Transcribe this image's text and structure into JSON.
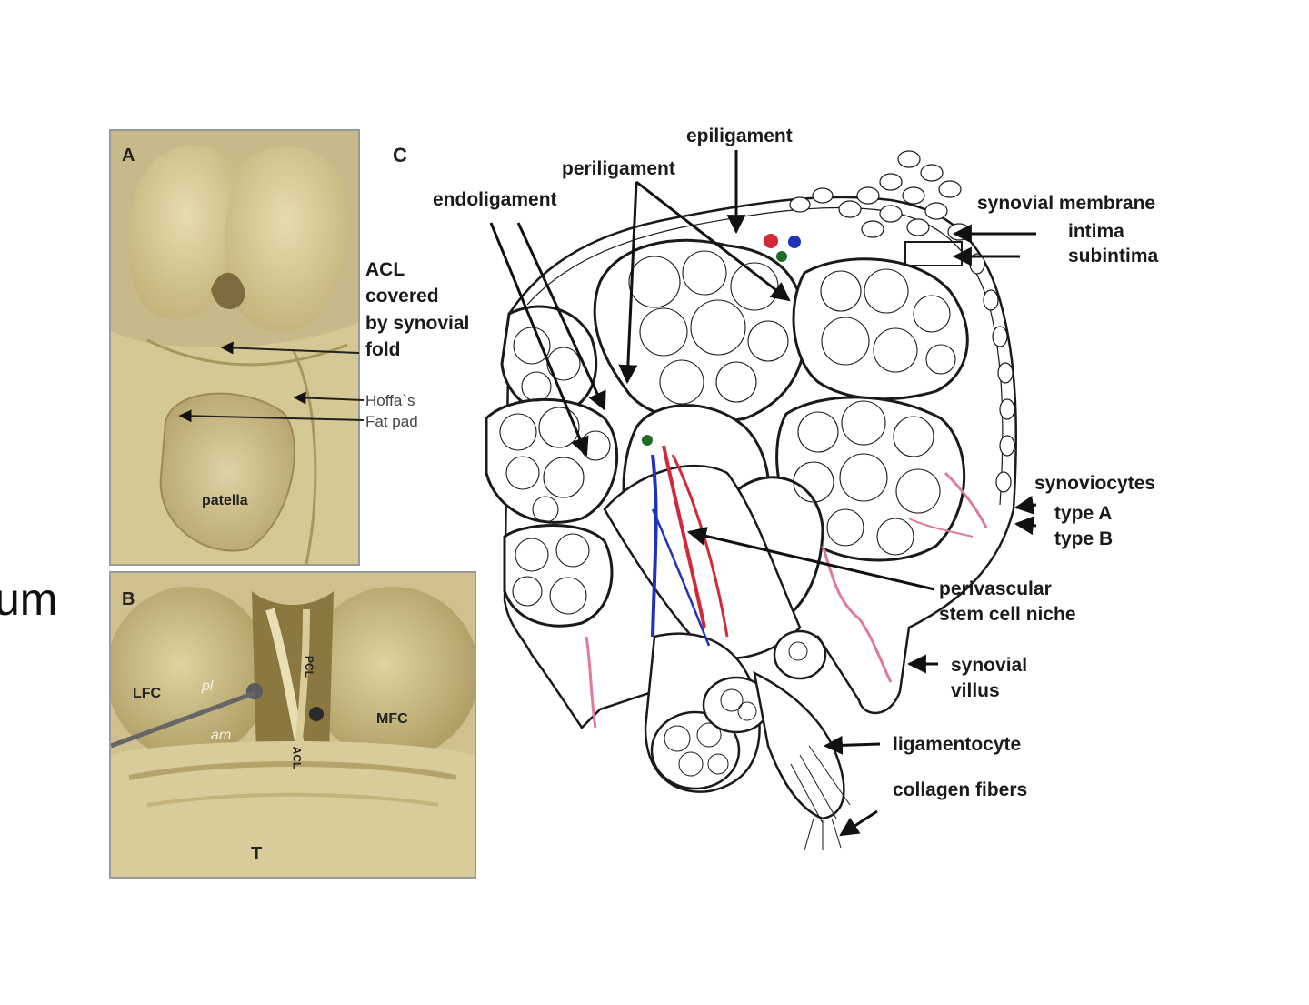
{
  "slide": {
    "cut_text": "um"
  },
  "panel_a": {
    "letter": "A",
    "acl_label": [
      "ACL",
      "covered",
      "by synovial",
      "fold"
    ],
    "hoffa_label": [
      "Hoffa`s",
      "Fat pad"
    ],
    "patella_label": "patella"
  },
  "panel_b": {
    "letter": "B",
    "lfc": "LFC",
    "mfc": "MFC",
    "pl": "pl",
    "am": "am",
    "pcl": "PCL",
    "acl": "ACL",
    "t": "T"
  },
  "panel_c": {
    "letter": "C",
    "labels": {
      "epiligament": "epiligament",
      "periligament": "periligament",
      "endoligament": "endoligament",
      "synovial_membrane": "synovial membrane",
      "intima": "intima",
      "subintima": "subintima",
      "synoviocytes": "synoviocytes",
      "type_a": "type A",
      "type_b": "type B",
      "perivascular_1": "perivascular",
      "perivascular_2": "stem cell niche",
      "synovial_villus_1": "synovial",
      "synovial_villus_2": "villus",
      "ligamentocyte": "ligamentocyte",
      "collagen_fibers": "collagen fibers"
    }
  },
  "colors": {
    "specimen": "#d9cf9f",
    "specimen_shadow": "#b9ab73",
    "vessel_red": "#d2283a",
    "vessel_blue": "#1f33b8",
    "vessel_pink": "#e07a9a",
    "dot_green": "#1f6b2a"
  }
}
